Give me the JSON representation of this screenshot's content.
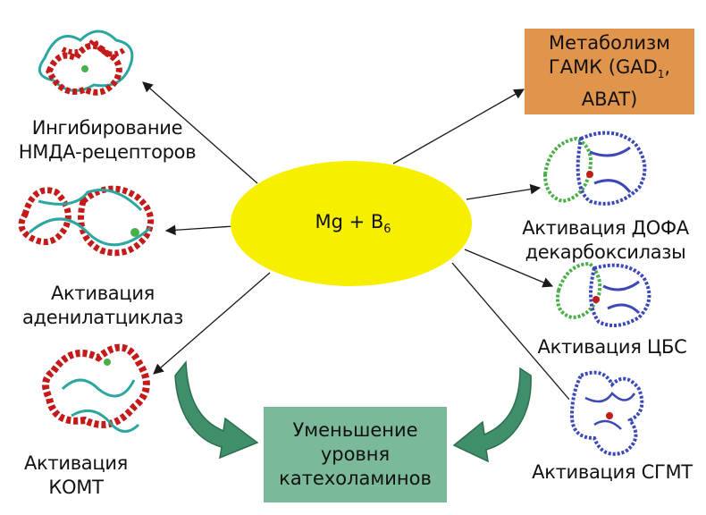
{
  "center": {
    "text": "Mg + B",
    "sub": "6",
    "color": "#f6f000"
  },
  "metabolism_box": {
    "line1": "Метаболизм",
    "line2_main": "ГАМК (GAD",
    "line2_sub": "1",
    "line2_end": ",",
    "line3": "ABAT)",
    "color": "#e0944c"
  },
  "result_box": {
    "line1": "Уменьшение",
    "line2": "уровня",
    "line3": "катехоламинов",
    "color": "#7ab99a"
  },
  "labels": {
    "nmda": {
      "line1": "Ингибирование",
      "line2": "НМДА-рецепторов"
    },
    "adenylate": {
      "line1": "Активация",
      "line2": "аденилатциклаз"
    },
    "komt": {
      "line1": "Активация",
      "line2": "КОМТ"
    },
    "dopa": {
      "line1": "Активация ДОФА",
      "line2": "декарбоксилазы"
    },
    "cbs": {
      "line1": "Активация ЦБС"
    },
    "sgmt": {
      "line1": "Активация СГМТ"
    }
  },
  "colors": {
    "arrow": "#1a1a1a",
    "curved_arrow": "#3e8f6a",
    "protein_red": "#c41a1a",
    "protein_teal": "#2aa7a0",
    "protein_green": "#49b049",
    "protein_blue": "#3c48b8"
  },
  "icons": [
    "protein-structure-icon",
    "curved-arrow-icon"
  ]
}
